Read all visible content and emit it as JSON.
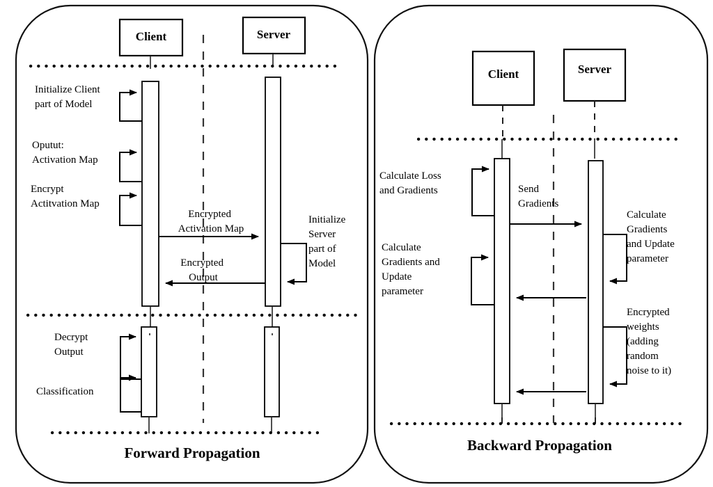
{
  "figure": {
    "title": "Split learning forward and backward propagation sequence diagram",
    "background": "#ffffff",
    "line_color": "#000000"
  },
  "panels": [
    {
      "id": "forward",
      "phase_label": "Forward Propagation",
      "lifelines": [
        {
          "id": "client",
          "label": "Client"
        },
        {
          "id": "server",
          "label": "Server"
        }
      ],
      "self_messages": [
        {
          "id": "init-client",
          "label": "Initialize Client\npart of Model",
          "line1": "Initialize Client",
          "line2": "part of Model",
          "actor": "client",
          "side": "left"
        },
        {
          "id": "output-activation",
          "label": "Oputut:\nActivation Map",
          "line1": "Oputut:",
          "line2": "Activation Map",
          "actor": "client",
          "side": "left"
        },
        {
          "id": "encrypt-activation",
          "label": "Encrypt\nActitvation Map",
          "line1": "Encrypt",
          "line2": "Actitvation Map",
          "actor": "client",
          "side": "left"
        },
        {
          "id": "init-server",
          "label": "Initialize\nServer\npart of\nModel",
          "line1": "Initialize",
          "line2": "Server",
          "line3": "part of",
          "line4": "Model",
          "actor": "server",
          "side": "right"
        },
        {
          "id": "decrypt-output",
          "label": "Decrypt\nOutput",
          "line1": "Decrypt",
          "line2": "Output",
          "actor": "client",
          "side": "left"
        },
        {
          "id": "classification",
          "label": "Classification",
          "line1": "Classification",
          "line2": "",
          "actor": "client",
          "side": "left"
        }
      ],
      "messages": [
        {
          "id": "encrypted-activation-map",
          "line1": "Encrypted",
          "line2": "Activation Map",
          "from": "client",
          "to": "server",
          "direction": "right"
        },
        {
          "id": "encrypted-output",
          "line1": "Encrypted",
          "line2": "Output",
          "from": "server",
          "to": "client",
          "direction": "left"
        }
      ]
    },
    {
      "id": "backward",
      "phase_label": "Backward Propagation",
      "lifelines": [
        {
          "id": "client",
          "label": "Client"
        },
        {
          "id": "server",
          "label": "Server"
        }
      ],
      "self_messages": [
        {
          "id": "calc-loss-gradients",
          "label": "Calculate Loss\nand Gradients",
          "line1": "Calculate Loss",
          "line2": "and Gradients",
          "actor": "client",
          "side": "left"
        },
        {
          "id": "calc-gradients-update-client",
          "label": "Calculate\nGradients and\nUpdate\nparameter",
          "line1": "Calculate",
          "line2": "Gradients and",
          "line3": "Update",
          "line4": "parameter",
          "actor": "client",
          "side": "left"
        },
        {
          "id": "calc-gradients-update-server",
          "label": "Calculate\nGradients\nand Update\nparameter",
          "line1": "Calculate",
          "line2": "Gradients",
          "line3": "and Update",
          "line4": "parameter",
          "actor": "server",
          "side": "right"
        },
        {
          "id": "encrypted-weights-noise",
          "label": "Encrypted\nweights\n(adding\nrandom\nnoise to it)",
          "line1": "Encrypted",
          "line2": "weights",
          "line3": "(adding",
          "line4": "random",
          "line5": "noise to it)",
          "actor": "server",
          "side": "right"
        }
      ],
      "messages": [
        {
          "id": "send-gradients",
          "line1": "Send",
          "line2": "Gradients",
          "from": "client",
          "to": "server",
          "direction": "right"
        },
        {
          "id": "return-gradients",
          "line1": "",
          "line2": "",
          "from": "server",
          "to": "client",
          "direction": "left"
        },
        {
          "id": "return-weights",
          "line1": "",
          "line2": "",
          "from": "server",
          "to": "client",
          "direction": "left"
        }
      ]
    }
  ]
}
